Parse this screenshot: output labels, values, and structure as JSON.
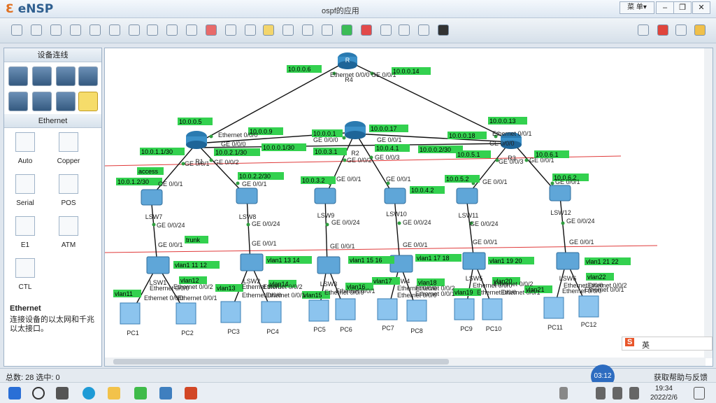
{
  "window": {
    "app_name": "eNSP",
    "title": "ospf的应用",
    "menu_label": "菜 单▾"
  },
  "left_panel": {
    "header": "设备连线",
    "subheader": "Ethernet",
    "cables": [
      "Auto",
      "Copper",
      "Serial",
      "POS",
      "E1",
      "ATM",
      "CTL"
    ],
    "desc_title": "Ethernet",
    "desc_text": "连接设备的以太网和千兆以太接口。"
  },
  "devices": {
    "routers": [
      "R4",
      "R1",
      "R2",
      "R3"
    ],
    "switches": [
      "LSW7",
      "LSW8",
      "LSW9",
      "LSW10",
      "LSW11",
      "LSW12",
      "LSW1",
      "LSW2",
      "LSW3",
      "LSW4",
      "LSW5",
      "LSW6"
    ],
    "pcs": [
      "PC1",
      "PC2",
      "PC3",
      "PC4",
      "PC5",
      "PC6",
      "PC7",
      "PC8",
      "PC9",
      "PC10",
      "PC11",
      "PC12"
    ]
  },
  "labels": {
    "r4_left_ip": "10.0.0.6",
    "r4_right_ip": "10.0.0.14",
    "r1_ip_a": "10.0.0.5",
    "r1_ip_b": "10.0.0.9",
    "r1_ip_c": "10.0.1.1/30",
    "r1_ip_d": "10.0.2.1/30",
    "r1_ip_e": "10.0.0.1/30",
    "r1_ip_f": "10.0.1.2/30",
    "r2_ip_a": "10.0.0.1",
    "r2_ip_b": "10.0.0.17",
    "r2_ip_c": "10.0.3.1",
    "r2_ip_d": "10.0.4.1",
    "r2_ip_e": "10.0.0.2/30",
    "r3_ip_a": "10.0.0.13",
    "r3_ip_b": "10.0.0.18",
    "r3_ip_c": "10.0.5.1",
    "r3_ip_d": "10.0.6.1",
    "lsw8_ip": "10.0.2.2/30",
    "lsw9_ip": "10.0.3.2",
    "lsw10_ip": "10.0.4.2",
    "lsw11_ip": "10.0.5.2",
    "lsw12_ip": "10.0.6.2",
    "access": "access",
    "trunk": "trunk",
    "vlan_a": "vlan1 11 12",
    "vlan_b": "vlan1 13 14",
    "vlan_c": "vlan1 15 16",
    "vlan_d": "vlan1 17 18",
    "vlan_e": "vlan1 19 20",
    "vlan_f": "vlan1 21 22",
    "v11": "vlan11",
    "v12": "vlan12",
    "v13": "vlan13",
    "v14": "vlan14",
    "v15": "vlan15",
    "v16": "vlan16",
    "v17": "vlan17",
    "v18": "vlan18",
    "v19": "vlan19",
    "v20": "vlan20",
    "v21": "vlan21",
    "v22": "vlan22"
  },
  "ports": {
    "eth000": "Ethernet 0/0/0",
    "eth001": "Ethernet 0/0/1",
    "eth002": "Ethernet 0/0/2",
    "ge000": "GE 0/0/0",
    "ge001": "GE 0/0/1",
    "ge002": "GE 0/0/2",
    "ge003": "GE 0/0/3",
    "ge0024": "GE 0/0/24"
  },
  "status": {
    "left": "总数: 28 选中: 0",
    "right": "获取帮助与反馈",
    "timer": "03:12"
  },
  "taskbar": {
    "time": "19:34",
    "date": "2022/2/6"
  }
}
